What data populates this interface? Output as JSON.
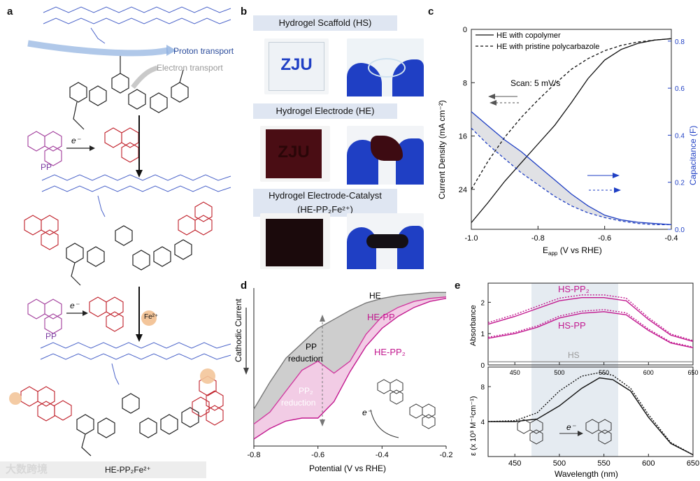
{
  "panels": {
    "a": {
      "label": "a",
      "proton_transport": "Proton transport",
      "electron_transport": "Electron transport",
      "pp_label_1": "PP",
      "pp_label_2": "PP",
      "electron_1": "e⁻",
      "electron_2": "e⁻",
      "fe_badge": "Fe²⁺",
      "product_label": "HE-PP₂Fe²⁺"
    },
    "b": {
      "label": "b",
      "titles": [
        "Hydrogel Scaffold (HS)",
        "Hydrogel Electrode (HE)",
        "Hydrogel Electrode-Catalyst",
        "(HE-PP₂Fe²⁺)"
      ],
      "sample_text_1": "ZJU",
      "sample_text_2": "ZJU"
    },
    "c": {
      "label": "c",
      "ylabel": "Current Density (mA cm⁻²)",
      "y2label": "Capacitance (F)",
      "xlabel": "E_app (V vs RHE)",
      "legend": [
        "HE with copolymer",
        "HE with pristine polycarbazole"
      ],
      "annotation": "Scan: 5 mV/s",
      "yticks": [
        "0",
        "8",
        "16",
        "24"
      ],
      "y2ticks": [
        "0.0",
        "0.2",
        "0.4",
        "0.6",
        "0.8"
      ],
      "xticks": [
        "-1.0",
        "-0.8",
        "-0.6",
        "-0.4"
      ]
    },
    "d": {
      "label": "d",
      "ylabel": "Cathodic Current",
      "xlabel": "Potential (V vs RHE)",
      "xticks": [
        "-0.8",
        "-0.6",
        "-0.4",
        "-0.2"
      ],
      "curve_labels": [
        "HE",
        "HE-PP",
        "HE-PP₂"
      ],
      "pp_reduction": [
        "PP",
        "reduction"
      ],
      "pp2_reduction": [
        "PP₂",
        "reduction"
      ],
      "electron": "e⁻"
    },
    "e": {
      "label": "e",
      "top_ylabel": "Absorbance",
      "top_yticks": [
        "0",
        "1",
        "2"
      ],
      "top_xticks": [
        "450",
        "500",
        "550",
        "600",
        "650"
      ],
      "labels": [
        "HS-PP₂",
        "HS-PP",
        "HS"
      ],
      "bottom_ylabel": "ε (x 10³ M⁻¹cm⁻¹)",
      "bottom_yticks": [
        "4",
        "8"
      ],
      "bottom_xticks": [
        "450",
        "500",
        "550",
        "600",
        "650"
      ],
      "xlabel": "Wavelength (nm)",
      "electron": "e⁻"
    }
  },
  "watermark": "大数跨境",
  "colors": {
    "blue": "#1f3fc4",
    "magenta": "#c2188f",
    "purple": "#7a3aa0",
    "red": "#c0202a",
    "navy": "#2a4b9b"
  },
  "chart_data": [
    {
      "type": "line",
      "title": "",
      "xlabel": "E_app (V vs RHE)",
      "ylabel": "Current Density (mA cm⁻²)",
      "xlim": [
        -1.0,
        -0.4
      ],
      "ylim": [
        30,
        0
      ],
      "y2lim": [
        0,
        0.85
      ],
      "x": [
        -1.0,
        -0.95,
        -0.9,
        -0.85,
        -0.8,
        -0.75,
        -0.7,
        -0.65,
        -0.6,
        -0.55,
        -0.5,
        -0.45,
        -0.4
      ],
      "series": [
        {
          "name": "HE with copolymer",
          "axis": "left",
          "values": [
            29.0,
            26.0,
            22.8,
            20.0,
            17.2,
            14.4,
            11.0,
            7.4,
            4.6,
            3.0,
            2.1,
            1.6,
            1.4
          ]
        },
        {
          "name": "HE with pristine polycarbazole",
          "axis": "left",
          "values": [
            24.0,
            19.8,
            16.2,
            13.2,
            10.6,
            8.2,
            6.0,
            4.4,
            3.2,
            2.4,
            1.9,
            1.6,
            1.4
          ]
        },
        {
          "name": "Capacitance HE with copolymer",
          "axis": "right",
          "values": [
            0.5,
            0.44,
            0.38,
            0.33,
            0.27,
            0.21,
            0.15,
            0.1,
            0.06,
            0.04,
            0.03,
            0.025,
            0.02
          ]
        },
        {
          "name": "Capacitance HE with pristine polycarbazole",
          "axis": "right",
          "values": [
            0.43,
            0.36,
            0.3,
            0.24,
            0.19,
            0.14,
            0.1,
            0.07,
            0.05,
            0.035,
            0.025,
            0.02,
            0.02
          ]
        }
      ]
    },
    {
      "type": "line",
      "title": "",
      "xlabel": "Potential (V vs RHE)",
      "ylabel": "Cathodic Current",
      "xlim": [
        -0.8,
        -0.2
      ],
      "ylim": [
        -1.0,
        0
      ],
      "x": [
        -0.8,
        -0.75,
        -0.7,
        -0.65,
        -0.6,
        -0.55,
        -0.5,
        -0.45,
        -0.4,
        -0.35,
        -0.3,
        -0.25,
        -0.2
      ],
      "series": [
        {
          "name": "HE",
          "values": [
            -0.8,
            -0.62,
            -0.46,
            -0.36,
            -0.26,
            -0.2,
            -0.14,
            -0.09,
            -0.06,
            -0.04,
            -0.03,
            -0.02,
            -0.02
          ]
        },
        {
          "name": "HE-PP",
          "values": [
            -0.9,
            -0.82,
            -0.68,
            -0.54,
            -0.48,
            -0.56,
            -0.48,
            -0.3,
            -0.18,
            -0.12,
            -0.08,
            -0.06,
            -0.05
          ]
        },
        {
          "name": "HE-PP₂",
          "values": [
            -1.0,
            -0.93,
            -0.88,
            -0.86,
            -0.86,
            -0.75,
            -0.55,
            -0.38,
            -0.26,
            -0.18,
            -0.12,
            -0.08,
            -0.06
          ]
        }
      ]
    },
    {
      "type": "line",
      "title": "",
      "xlabel": "Wavelength (nm)",
      "ylabel": "Absorbance",
      "xlim": [
        420,
        650
      ],
      "ylim": [
        0,
        2.5
      ],
      "x": [
        420,
        450,
        475,
        500,
        525,
        550,
        575,
        600,
        625,
        650
      ],
      "series": [
        {
          "name": "HS-PP₂",
          "values": [
            1.3,
            1.55,
            1.8,
            2.05,
            2.15,
            2.15,
            2.05,
            1.45,
            0.95,
            0.75
          ]
        },
        {
          "name": "HS-PP",
          "values": [
            0.85,
            1.0,
            1.2,
            1.5,
            1.65,
            1.7,
            1.6,
            1.1,
            0.7,
            0.55
          ]
        },
        {
          "name": "HS",
          "values": [
            0.1,
            0.1,
            0.1,
            0.1,
            0.1,
            0.1,
            0.1,
            0.1,
            0.1,
            0.1
          ]
        }
      ]
    },
    {
      "type": "line",
      "title": "",
      "xlabel": "Wavelength (nm)",
      "ylabel": "ε (x 10³ M⁻¹cm⁻¹)",
      "xlim": [
        420,
        650
      ],
      "ylim": [
        0,
        10
      ],
      "x": [
        420,
        450,
        475,
        500,
        525,
        545,
        560,
        580,
        600,
        625,
        650
      ],
      "series": [
        {
          "name": "solid",
          "values": [
            4.0,
            4.0,
            4.3,
            5.8,
            7.8,
            9.0,
            8.8,
            7.5,
            4.5,
            1.5,
            0.2
          ]
        },
        {
          "name": "dotted",
          "values": [
            4.0,
            4.1,
            5.0,
            7.5,
            9.2,
            9.6,
            9.3,
            7.8,
            4.8,
            1.6,
            0.2
          ]
        }
      ]
    }
  ]
}
